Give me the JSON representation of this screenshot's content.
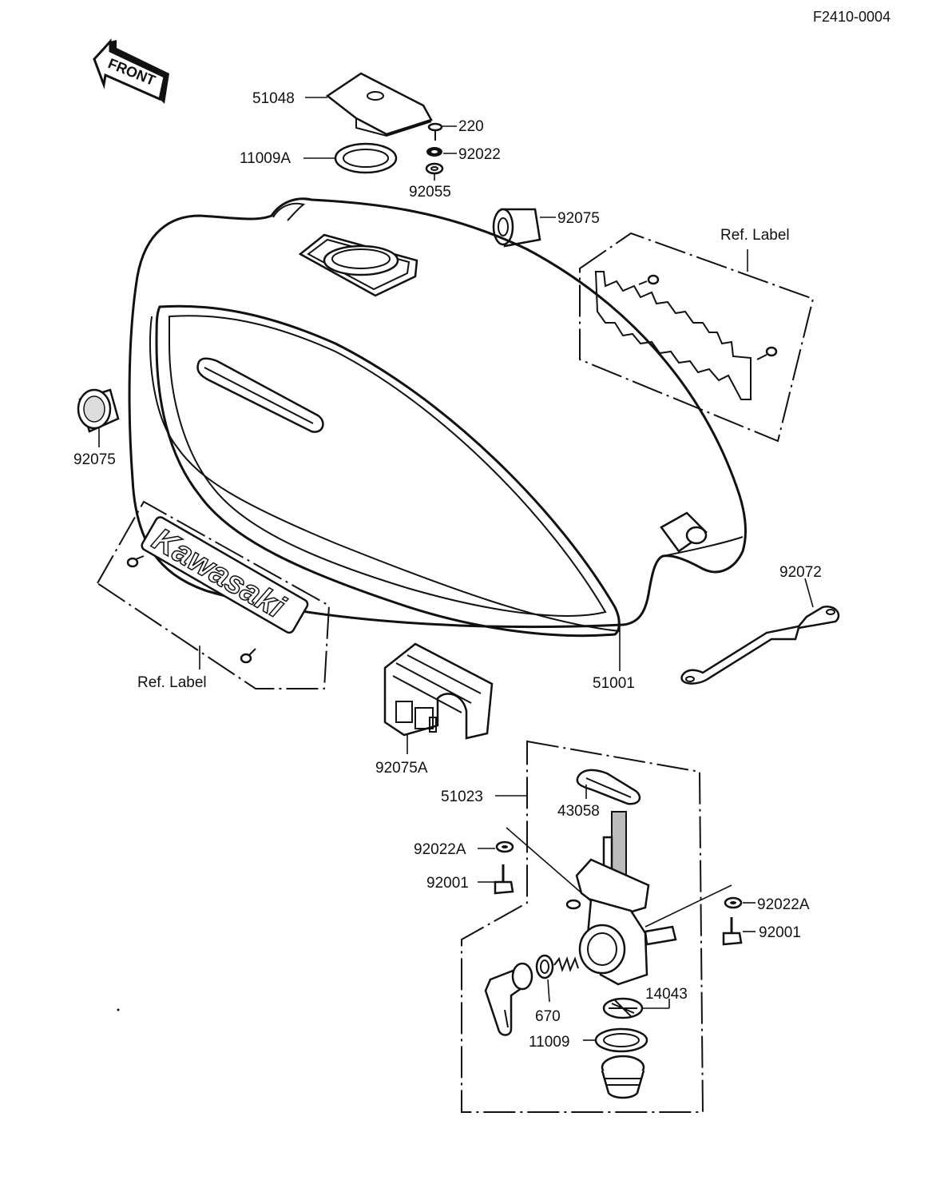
{
  "figure_id": "F2410-0004",
  "front_label": "FRONT",
  "emblem_text": "Kawasaki",
  "parts": {
    "p51048": "51048",
    "p220": "220",
    "p11009A": "11009A",
    "p92022": "92022",
    "p92055": "92055",
    "p92075_top": "92075",
    "p92075_left": "92075",
    "ref_label_right": "Ref.  Label",
    "ref_label_left": "Ref.  Label",
    "p92072": "92072",
    "p51001": "51001",
    "p92075A": "92075A",
    "p51023": "51023",
    "p43058": "43058",
    "p92022A_left": "92022A",
    "p92001_left": "92001",
    "p92022A_right": "92022A",
    "p92001_right": "92001",
    "p14043": "14043",
    "p670": "670",
    "p11009": "11009"
  }
}
